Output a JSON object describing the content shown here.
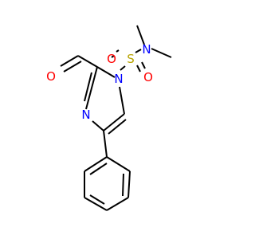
{
  "molecule": {
    "atoms": {
      "o_formyl": {
        "symbol": "O",
        "color": "#ff0000"
      },
      "n1_ring": {
        "symbol": "N",
        "color": "#0000ff"
      },
      "n3_ring": {
        "symbol": "N",
        "color": "#0000ff"
      },
      "s_sulfonyl": {
        "symbol": "S",
        "color": "#b8a400"
      },
      "o_sulfonyl_left": {
        "symbol": "O",
        "color": "#ff0000"
      },
      "o_sulfonyl_right": {
        "symbol": "O",
        "color": "#ff0000"
      },
      "n_amide": {
        "symbol": "N",
        "color": "#0000ff"
      }
    },
    "bond_color": "#000000"
  }
}
